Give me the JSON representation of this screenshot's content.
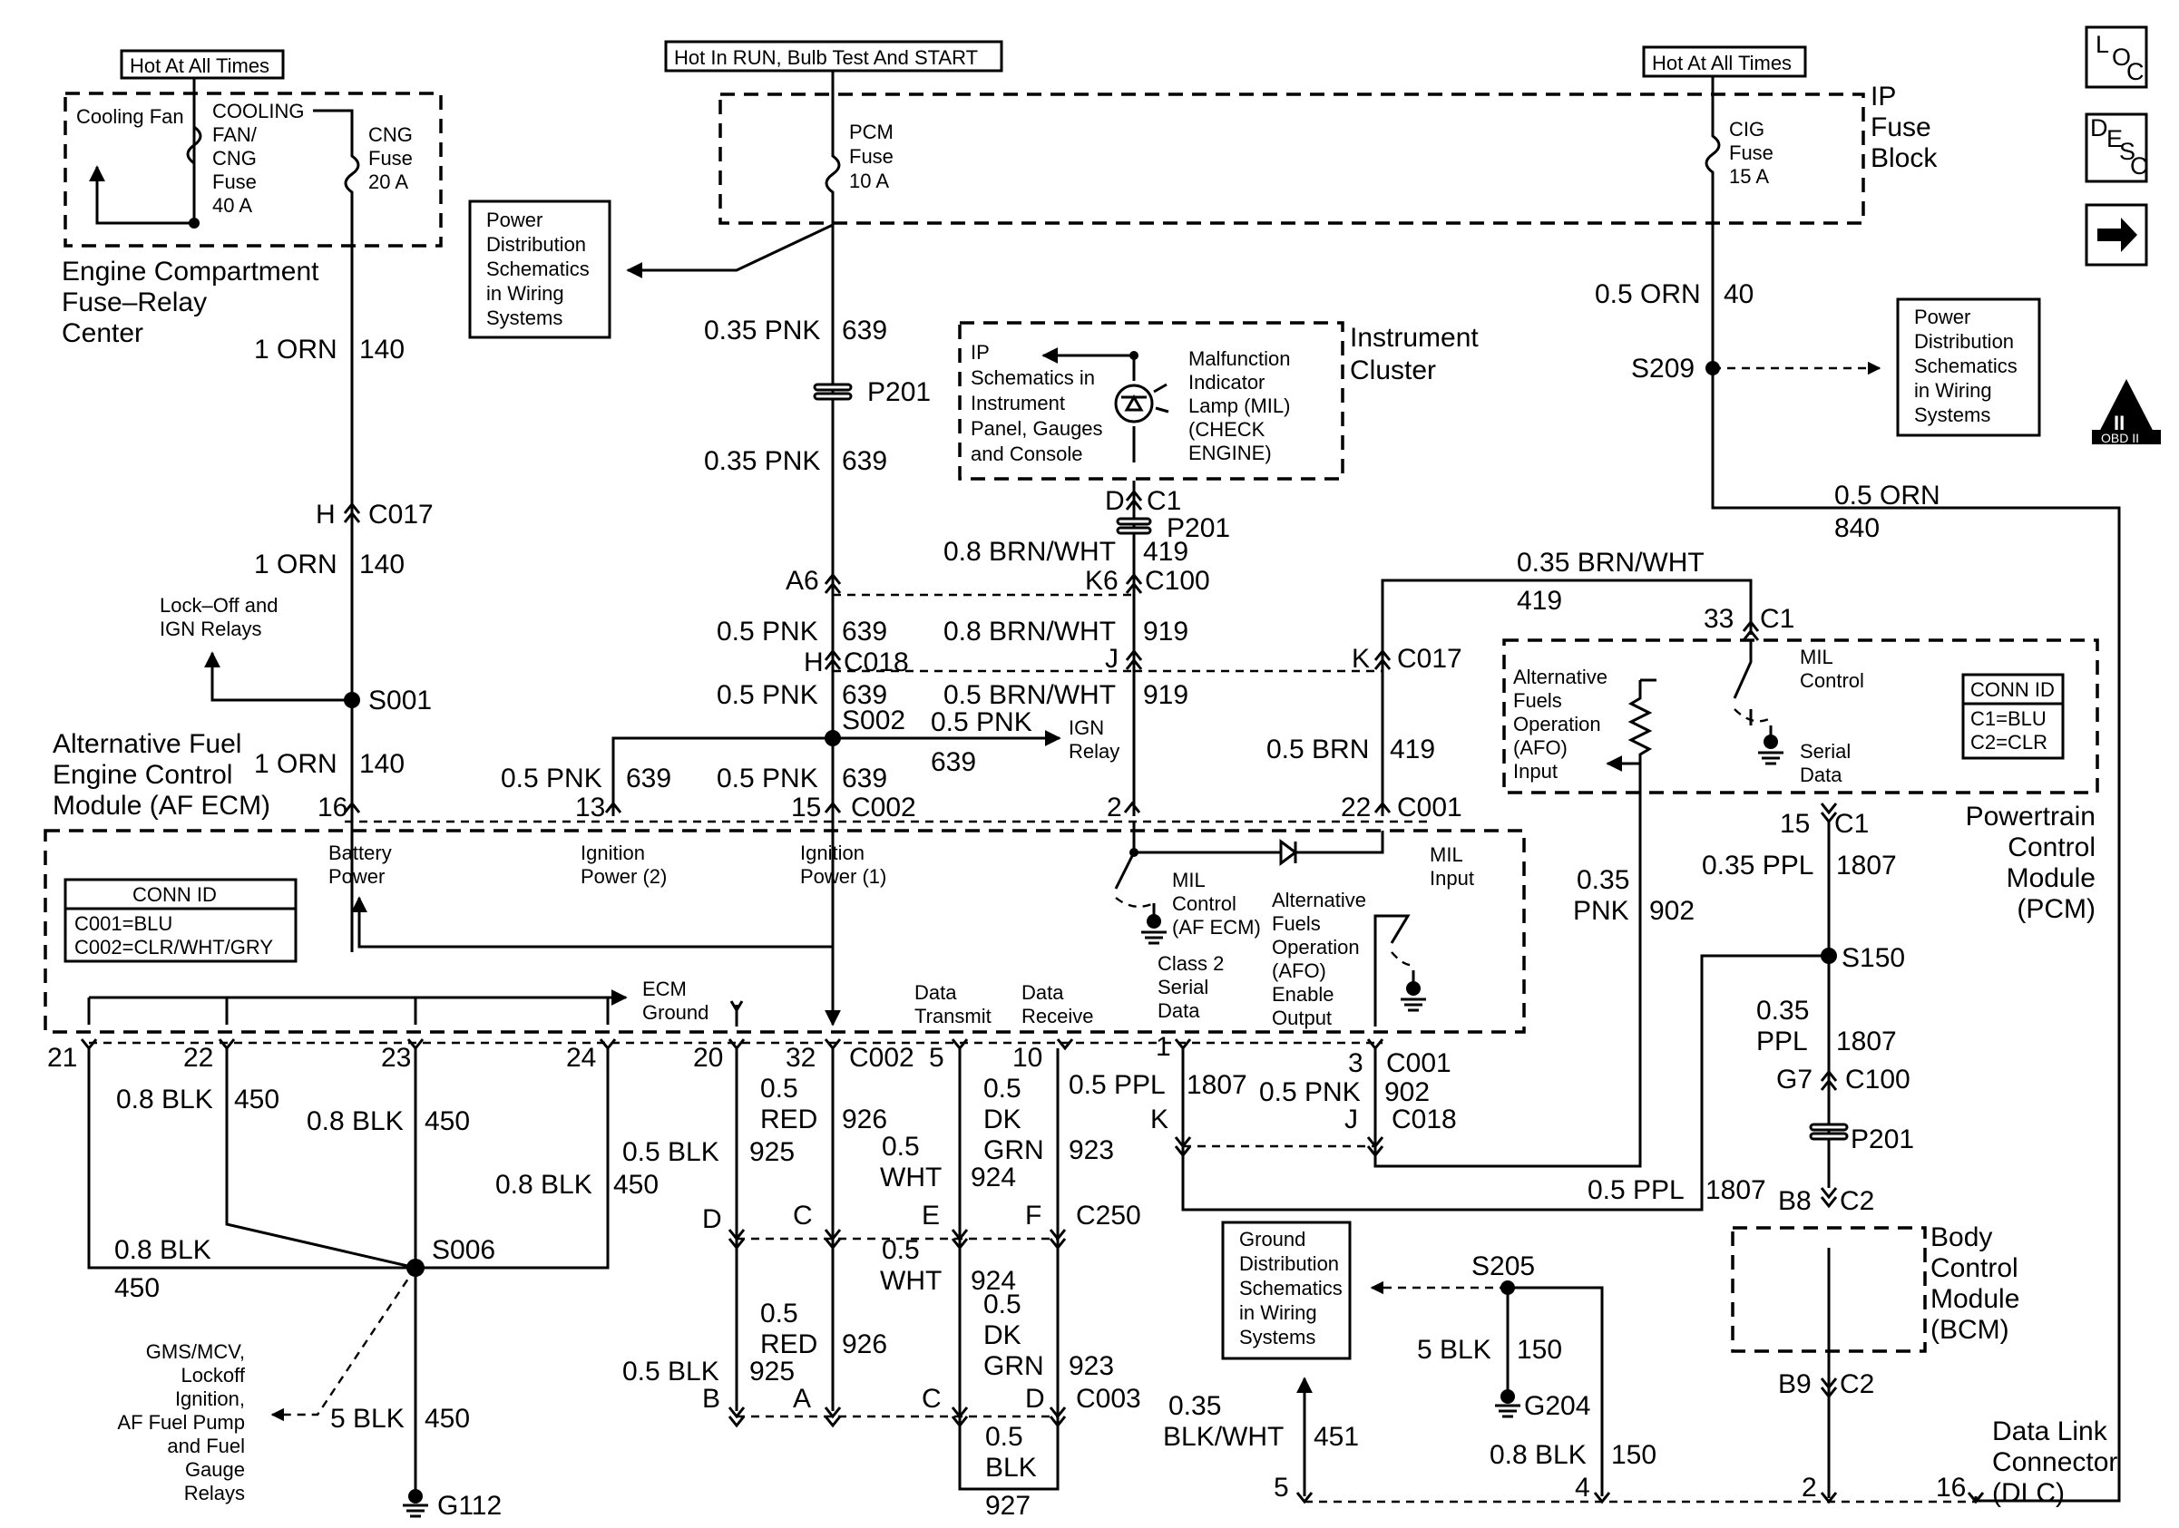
{
  "top_labels": {
    "engine_hot": "Hot At All Times",
    "pcm_hot": "Hot In RUN, Bulb Test And START",
    "ip_hot": "Hot At All Times"
  },
  "fuses": {
    "cooling_fan": "Cooling Fan",
    "cooling_fuse": [
      "COOLING",
      "FAN/",
      "CNG",
      "Fuse",
      "40 A"
    ],
    "cng_fuse": [
      "CNG",
      "Fuse",
      "20 A"
    ],
    "pcm_fuse": [
      "PCM",
      "Fuse",
      "10 A"
    ],
    "cig_fuse": [
      "CIG",
      "Fuse",
      "15 A"
    ]
  },
  "blocks": {
    "engine_fuse_center": [
      "Engine Compartment",
      "Fuse–Relay",
      "Center"
    ],
    "ip_fuse_block": [
      "IP",
      "Fuse",
      "Block"
    ],
    "af_ecm": [
      "Alternative Fuel",
      "Engine Control",
      "Module (AF ECM)"
    ],
    "instrument_cluster": [
      "Instrument",
      "Cluster"
    ],
    "pcm": [
      "Powertrain",
      "Control",
      "Module",
      "(PCM)"
    ],
    "bcm": [
      "Body",
      "Control",
      "Module",
      "(BCM)"
    ],
    "dlc": [
      "Data Link",
      "Connector",
      "(DLC)"
    ]
  },
  "reference_boxes": {
    "power_dist_1": [
      "Power",
      "Distribution",
      "Schematics",
      "in Wiring",
      "Systems"
    ],
    "power_dist_2": [
      "Power",
      "Distribution",
      "Schematics",
      "in Wiring",
      "Systems"
    ],
    "ground_dist": [
      "Ground",
      "Distribution",
      "Schematics",
      "in Wiring",
      "Systems"
    ],
    "ip_schematics": [
      "IP",
      "Schematics in",
      "Instrument",
      "Panel, Gauges",
      "and Console"
    ],
    "mil_lamp": [
      "Malfunction",
      "Indicator",
      "Lamp (MIL)",
      "(CHECK",
      "ENGINE)"
    ]
  },
  "conn_id_ecm": {
    "title": "CONN ID",
    "lines": [
      "C001=BLU",
      "C002=CLR/WHT/GRY"
    ]
  },
  "conn_id_pcm": {
    "title": "CONN ID",
    "lines": [
      "C1=BLU",
      "C2=CLR"
    ]
  },
  "side_icons": {
    "loc": [
      "L",
      "O",
      "C"
    ],
    "desc": [
      "D",
      "E",
      "S",
      "C"
    ],
    "arrow": "next-arrow-icon",
    "obd": [
      "II",
      "OBD II"
    ]
  },
  "wires": {
    "w140_a": [
      "1 ORN",
      "140"
    ],
    "w140_b": [
      "1 ORN",
      "140"
    ],
    "w140_c": [
      "1 ORN",
      "140"
    ],
    "w639_a": [
      "0.35 PNK",
      "639"
    ],
    "w639_b": [
      "0.35 PNK",
      "639"
    ],
    "w639_c": [
      "0.5 PNK",
      "639"
    ],
    "w639_d": [
      "0.5 PNK",
      "639"
    ],
    "w639_e": [
      "0.5 PNK",
      "639"
    ],
    "w639_f": [
      "0.5 PNK",
      "639"
    ],
    "w639_g": [
      "0.5 PNK",
      "639"
    ],
    "w419_a": [
      "0.8 BRN/WHT",
      "419"
    ],
    "w919_a": [
      "0.8 BRN/WHT",
      "919"
    ],
    "w919_b": [
      "0.5 BRN/WHT",
      "919"
    ],
    "w419_b": [
      "0.35 BRN/WHT",
      "419"
    ],
    "w419_c": [
      "0.5 BRN",
      "419"
    ],
    "w40": [
      "0.5 ORN",
      "40"
    ],
    "w840": [
      "0.5 ORN",
      "840"
    ],
    "w1807_a": [
      "0.35 PPL",
      "1807"
    ],
    "w902_a": [
      "0.35",
      "PNK",
      "902"
    ],
    "w1807_b": [
      "0.35",
      "PPL",
      "1807"
    ],
    "w1807_c": [
      "0.5 PPL",
      "1807"
    ],
    "w1807_d": [
      "0.5 PPL",
      "1807"
    ],
    "w902_b": [
      "0.5 PNK",
      "902"
    ],
    "w450_a": [
      "0.8 BLK",
      "450"
    ],
    "w450_b": [
      "0.8 BLK",
      "450"
    ],
    "w450_c": [
      "0.8 BLK",
      "450"
    ],
    "w450_d": [
      "0.8 BLK",
      "450"
    ],
    "w450_e": [
      "5 BLK",
      "450"
    ],
    "w925_a": [
      "0.5 BLK",
      "925"
    ],
    "w926_a": [
      "0.5",
      "RED",
      "926"
    ],
    "w924_a": [
      "0.5",
      "WHT",
      "924"
    ],
    "w923_a": [
      "0.5",
      "DK",
      "GRN",
      "923"
    ],
    "w925_b": [
      "0.5 BLK",
      "925"
    ],
    "w926_b": [
      "0.5",
      "RED",
      "926"
    ],
    "w924_b": [
      "0.5",
      "WHT",
      "924"
    ],
    "w923_b": [
      "0.5",
      "DK",
      "GRN",
      "923"
    ],
    "w927": [
      "0.5",
      "BLK",
      "927"
    ],
    "w451": [
      "0.35",
      "BLK/WHT",
      "451"
    ],
    "w150_a": [
      "5 BLK",
      "150"
    ],
    "w150_b": [
      "0.8 BLK",
      "150"
    ]
  },
  "connectors": {
    "p201_a": "P201",
    "p201_b": "P201",
    "p201_c": "P201",
    "c017_a": [
      "H",
      "C017"
    ],
    "a6": "A6",
    "k6_c100": [
      "K6",
      "C100"
    ],
    "c018_h": [
      "H",
      "C018"
    ],
    "c018_j": "J",
    "c017_k": [
      "K",
      "C017"
    ],
    "c1_d": [
      "D",
      "C1"
    ],
    "c1_33": [
      "33",
      "C1"
    ],
    "c1_15": [
      "15",
      "C1"
    ],
    "s001": "S001",
    "s002": "S002",
    "s006": "S006",
    "s150": "S150",
    "s205": "S205",
    "s209": "S209",
    "c002_top": [
      "16",
      "13",
      "15",
      "C002"
    ],
    "c001_top": [
      "2",
      "22",
      "C001"
    ],
    "bottom_pins": [
      "21",
      "22",
      "23",
      "24",
      "20",
      "32",
      "C002",
      "5",
      "10",
      "1",
      "3",
      "C001"
    ],
    "c018_b": [
      "K",
      "J",
      "C018"
    ],
    "c250": [
      "D",
      "C",
      "E",
      "F",
      "C250"
    ],
    "c003": [
      "B",
      "A",
      "C",
      "D",
      "C003"
    ],
    "g7_c100": [
      "G7",
      "C100"
    ],
    "b8_c2": [
      "B8",
      "C2"
    ],
    "b9_c2": [
      "B9",
      "C2"
    ],
    "g112": "G112",
    "g204": "G204",
    "dlc_pins": [
      "5",
      "4",
      "2",
      "16"
    ]
  },
  "ecm_internal": {
    "battery_power": [
      "Battery",
      "Power"
    ],
    "ign_power_2": [
      "Ignition",
      "Power (2)"
    ],
    "ign_power_1": [
      "Ignition",
      "Power (1)"
    ],
    "mil_control": [
      "MIL",
      "Control",
      "(AF ECM)"
    ],
    "mil_input": [
      "MIL",
      "Input"
    ],
    "afo_enable": [
      "Alternative",
      "Fuels",
      "Operation",
      "(AFO)",
      "Enable",
      "Output"
    ],
    "class2": [
      "Class 2",
      "Serial",
      "Data"
    ],
    "ecm_ground": [
      "ECM",
      "Ground"
    ],
    "data_transmit": [
      "Data",
      "Transmit"
    ],
    "data_receive": [
      "Data",
      "Receive"
    ]
  },
  "pcm_internal": {
    "afo_input": [
      "Alternative",
      "Fuels",
      "Operation",
      "(AFO)",
      "Input"
    ],
    "mil_control": [
      "MIL",
      "Control"
    ],
    "serial_data": [
      "Serial",
      "Data"
    ]
  },
  "misc": {
    "lockoff": [
      "Lock–Off and",
      "IGN Relays"
    ],
    "ign_relay": [
      "IGN",
      "Relay"
    ],
    "gms_relays": [
      "GMS/MCV,",
      "Lockoff",
      "Ignition,",
      "AF Fuel Pump",
      "and Fuel",
      "Gauge",
      "Relays"
    ]
  }
}
